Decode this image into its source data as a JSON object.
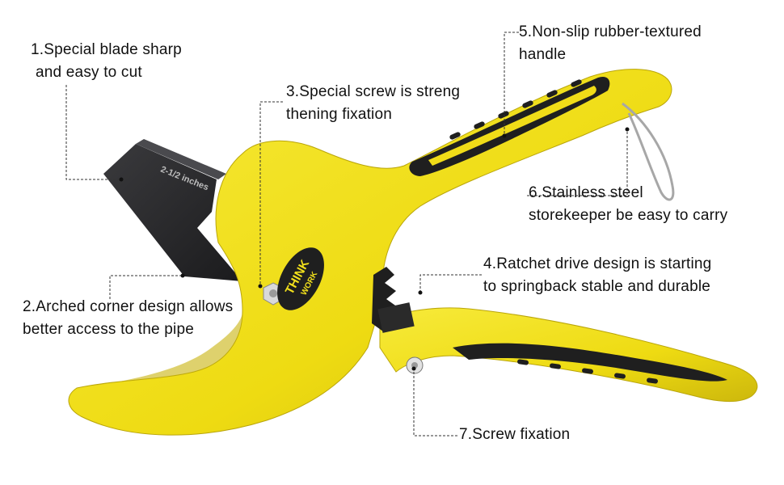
{
  "colors": {
    "body_yellow": "#f2e01c",
    "body_shadow": "#c9b40e",
    "grip_black": "#1f1f1f",
    "blade_dark": "#2a2a2c",
    "leader_line": "#333333"
  },
  "blade": {
    "marking": "2-1/2 inches"
  },
  "brand": {
    "line1": "THINK",
    "line2": "WORK"
  },
  "callouts": [
    {
      "lines": [
        "1.Special blade sharp",
        "and easy to cut"
      ]
    },
    {
      "lines": [
        "2.Arched corner design allows",
        "better access to the pipe"
      ]
    },
    {
      "lines": [
        "3.Special screw is streng",
        "thening fixation"
      ]
    },
    {
      "lines": [
        "4.Ratchet drive design is starting",
        "to springback stable and durable"
      ]
    },
    {
      "lines": [
        "5.Non-slip rubber-textured",
        "handle"
      ]
    },
    {
      "lines": [
        "6.Stainless steel",
        "storekeeper be easy to carry"
      ]
    },
    {
      "lines": [
        "7.Screw fixation"
      ]
    }
  ]
}
